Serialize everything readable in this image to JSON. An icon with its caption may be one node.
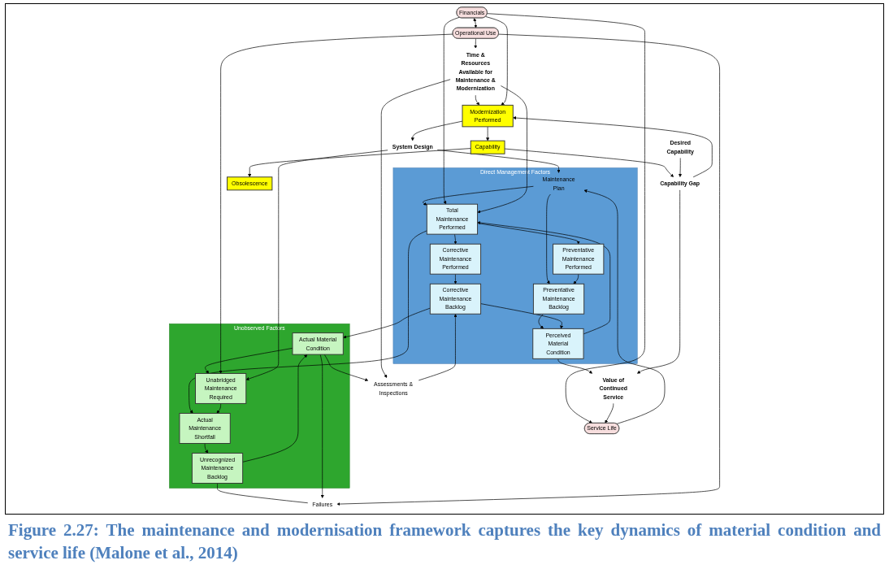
{
  "diagram": {
    "caption": "Figure 2.27: The maintenance and modernisation framework captures the key dynamics of material condition and service life (Malone et al., 2014)",
    "nodes": [
      {
        "text": [
          "Direct Management Factors"
        ]
      },
      {
        "text": [
          "Maintenance Plan"
        ],
        "in": 0
      },
      {
        "text": [
          "Preventative Maintenance Performed"
        ],
        "in": 0
      },
      {
        "text": [
          "Preventative Maintenance Backlog"
        ],
        "in": 0
      },
      {
        "text": [
          "Corrective Maintenance Performed"
        ],
        "in": 0
      },
      {
        "text": [
          "Corrective Maintenance Backlog"
        ],
        "in": 0
      },
      {
        "text": [
          "Total Maintenance Performed"
        ],
        "in": 0
      },
      {
        "text": [
          "Perceived Material Condition"
        ],
        "in": 0
      },
      {
        "text": [
          "Unobserved Factors"
        ]
      },
      {
        "text": [
          "Unabridged Maintenance Required"
        ],
        "in": 8
      },
      {
        "text": [
          "Actual Material Condition"
        ],
        "in": 8
      },
      {
        "text": [
          "Actual Maintenance Shortfall"
        ],
        "in": 8
      },
      {
        "text": [
          "Unrecognized Maintenance Backlog"
        ],
        "in": 8
      },
      {
        "text": [
          "System Design"
        ]
      },
      {
        "text": [
          "Financials"
        ]
      },
      {
        "text": [
          "Operational Use"
        ]
      },
      {
        "text": [
          "Time & Resources Available for Maintenance & Modernization"
        ]
      },
      {
        "text": [
          "Failures"
        ]
      },
      {
        "text": [
          "Assessments & Inspections"
        ]
      },
      {
        "text": [
          "Modernization Performed"
        ]
      },
      {
        "text": [
          "Capability"
        ]
      },
      {
        "text": [
          "Obsolescence"
        ]
      },
      {
        "text": [
          "Capability Gap"
        ]
      },
      {
        "text": [
          "Value of Continued Service"
        ]
      },
      {
        "text": [
          "Desired Capability"
        ]
      },
      {
        "text": [
          "Service Life"
        ]
      }
    ],
    "edges": [
      {
        "from": 13,
        "to": 1,
        "arrow": "to"
      },
      {
        "from": 1,
        "to": 6,
        "arrow": "to"
      },
      {
        "from": 1,
        "to": 3,
        "arrow": "to"
      },
      {
        "from": 14,
        "to": 6,
        "arrow": "to"
      },
      {
        "from": 16,
        "to": 6,
        "arrow": "to"
      },
      {
        "from": 14,
        "to": 15,
        "arrow": "both"
      },
      {
        "from": 15,
        "to": 16,
        "arrow": "to"
      },
      {
        "from": 6,
        "to": 2,
        "arrow": "to"
      },
      {
        "from": 6,
        "to": 4,
        "arrow": "to"
      },
      {
        "from": 2,
        "to": 3,
        "arrow": "to"
      },
      {
        "from": 4,
        "to": 5,
        "arrow": "to"
      },
      {
        "from": 3,
        "to": 7,
        "arrow": "to"
      },
      {
        "from": 5,
        "to": 7,
        "arrow": "to"
      },
      {
        "from": 5,
        "to": 10,
        "arrow": "to"
      },
      {
        "from": 7,
        "to": 6,
        "arrow": "to"
      },
      {
        "from": 7,
        "to": 23,
        "arrow": "to"
      },
      {
        "from": 6,
        "to": 11,
        "arrow": "to"
      },
      {
        "from": 10,
        "to": 9,
        "arrow": "to"
      },
      {
        "from": 9,
        "to": 11,
        "arrow": "to"
      },
      {
        "from": 11,
        "to": 12,
        "arrow": "to"
      },
      {
        "from": 12,
        "to": 10,
        "arrow": "to"
      },
      {
        "from": 12,
        "to": 17,
        "arrow": "none"
      },
      {
        "from": 10,
        "to": 17,
        "arrow": "to"
      },
      {
        "from": 10,
        "to": 18,
        "arrow": "to"
      },
      {
        "from": 18,
        "to": 5,
        "arrow": "to"
      },
      {
        "from": 15,
        "to": 9,
        "arrow": "to"
      },
      {
        "from": 13,
        "to": 9,
        "arrow": "to"
      },
      {
        "from": 15,
        "to": 17,
        "arrow": "to"
      },
      {
        "from": 16,
        "to": 18,
        "arrow": "to"
      },
      {
        "from": 16,
        "to": 19,
        "arrow": "to"
      },
      {
        "from": 14,
        "to": 25,
        "arrow": "to"
      },
      {
        "from": 25,
        "to": 1,
        "arrow": "to"
      },
      {
        "from": 14,
        "to": 19,
        "arrow": "to"
      },
      {
        "from": 19,
        "to": 13,
        "arrow": "to"
      },
      {
        "from": 19,
        "to": 20,
        "arrow": "to"
      },
      {
        "from": 20,
        "to": 21,
        "arrow": "to"
      },
      {
        "from": 20,
        "to": 22,
        "arrow": "to"
      },
      {
        "from": 24,
        "to": 22,
        "arrow": "to"
      },
      {
        "from": 22,
        "to": 19,
        "arrow": "to"
      },
      {
        "from": 22,
        "to": 23,
        "arrow": "to"
      },
      {
        "from": 23,
        "to": 25,
        "arrow": "to"
      }
    ]
  }
}
